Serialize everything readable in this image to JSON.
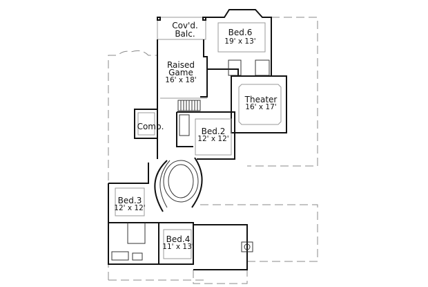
{
  "rooms": {
    "covd_balc": {
      "line1": "Cov'd.",
      "line2": "Balc."
    },
    "bed6": {
      "name": "Bed.6",
      "size": "19' x 13'"
    },
    "raised_game": {
      "line1": "Raised",
      "line2": "Game",
      "size": "16' x 18'"
    },
    "theater": {
      "name": "Theater",
      "size": "16' x 17'"
    },
    "comp": {
      "name": "Comp."
    },
    "bed2": {
      "name": "Bed.2",
      "size": "12' x 12'"
    },
    "bed3": {
      "name": "Bed.3",
      "size": "12' x 12'"
    },
    "bed4": {
      "name": "Bed.4",
      "size": "11' x 13'"
    }
  }
}
